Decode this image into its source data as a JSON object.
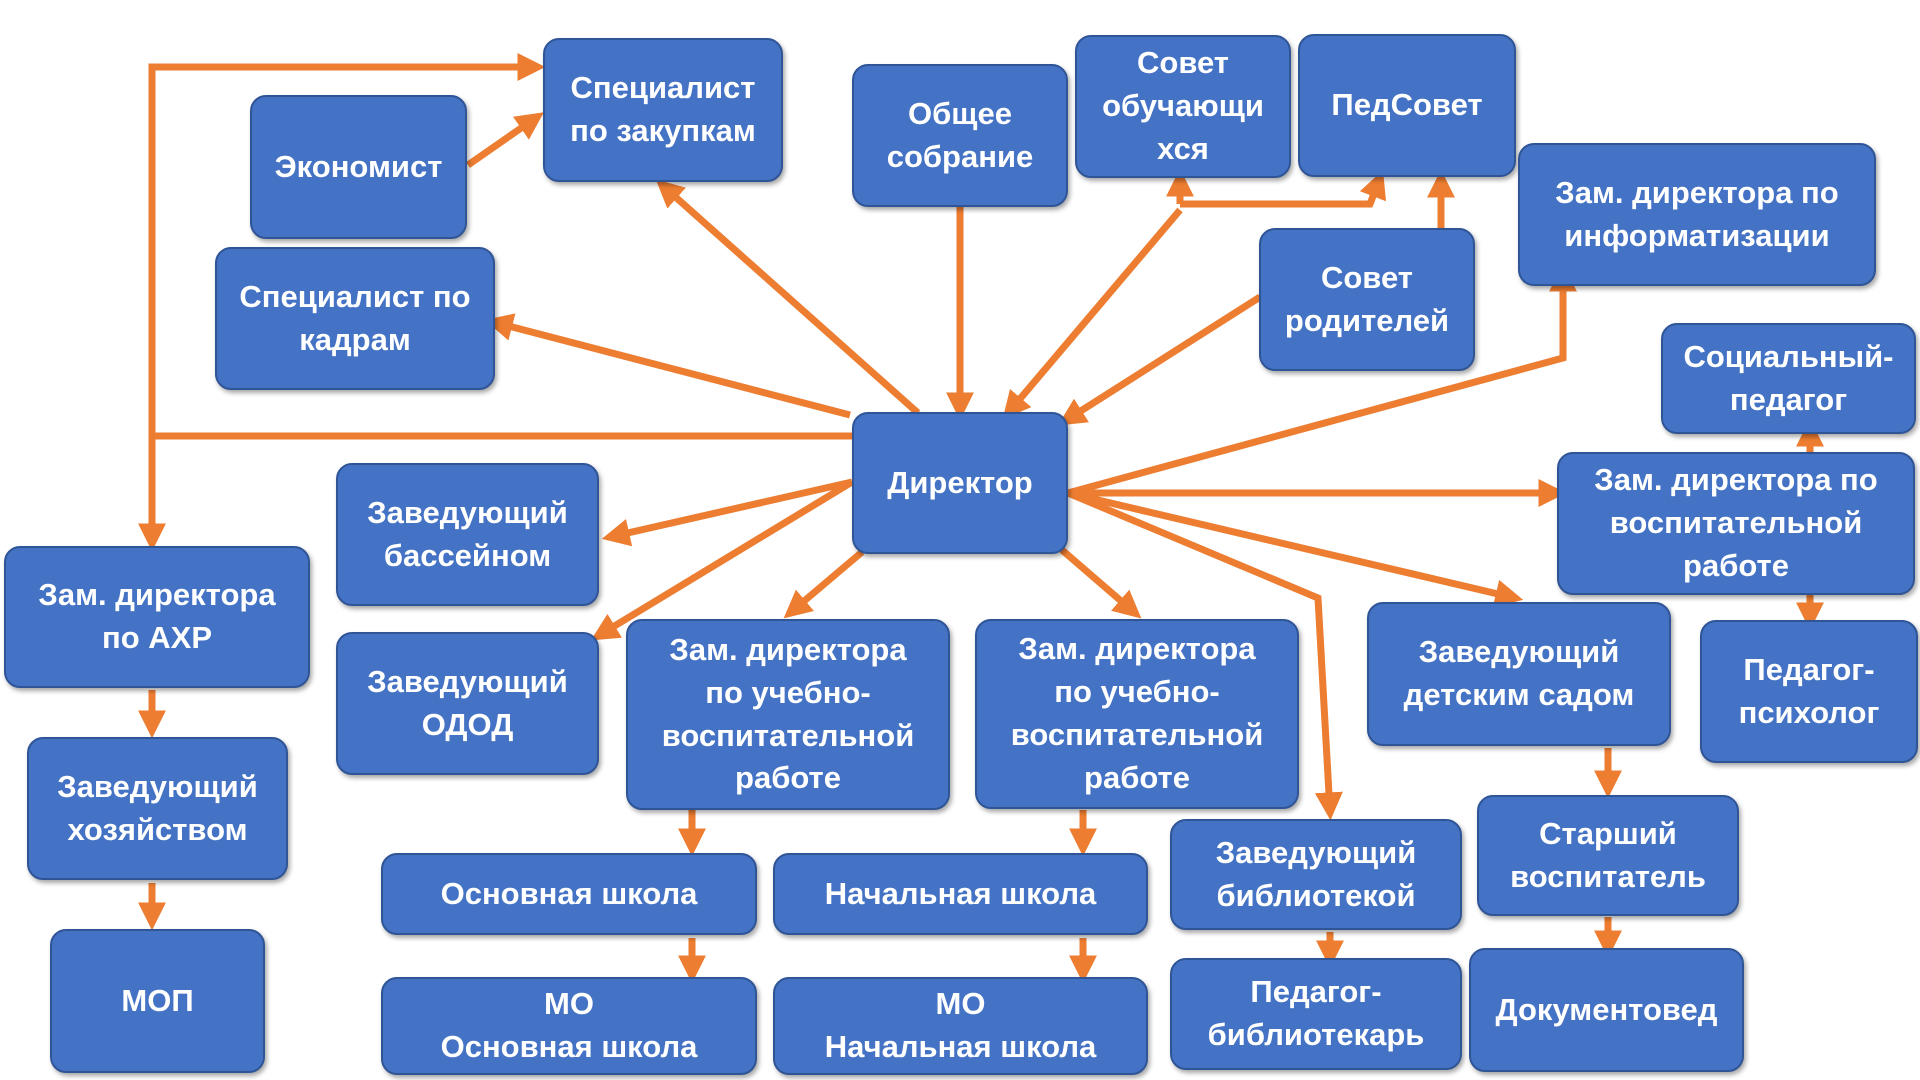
{
  "colors": {
    "node_fill": "#4472c4",
    "node_border": "#2f5597",
    "arrow": "#ed7d31",
    "text": "#ffffff"
  },
  "nodes": {
    "director": "Директор",
    "procurement": "Специалист\nпо закупкам",
    "economist": "Экономист",
    "hr": "Специалист по\nкадрам",
    "general_assembly": "Общее\nсобрание",
    "student_council": "Совет\nобучающи\nхся",
    "ped_council": "ПедСовет",
    "parents_council": "Совет\nродителей",
    "deputy_it": "Зам. директора по\nинформатизации",
    "social_pedagogue": "Социальный-\nпедагог",
    "deputy_upbringing": "Зам. директора по\nвоспитательной\nработе",
    "psychologist": "Педагог-\nпсихолог",
    "pool_head": "Заведующий\nбассейном",
    "odod_head": "Заведующий\nОДОД",
    "deputy_ahr": "Зам. директора\nпо АХР",
    "household_head": "Заведующий\nхозяйством",
    "mop": "МОП",
    "deputy_edu_1": "Зам. директора\nпо учебно-\nвоспитательной\nработе",
    "deputy_edu_2": "Зам. директора\nпо учебно-\nвоспитательной\nработе",
    "main_school": "Основная школа",
    "primary_school": "Начальная школа",
    "mo_main_school": "МО\nОсновная школа",
    "mo_primary_school": "МО\nНачальная школа",
    "library_head": "Заведующий\nбиблиотекой",
    "librarian": "Педагог-\nбиблиотекарь",
    "kindergarten_head": "Заведующий\nдетским садом",
    "senior_educator": "Старший\nвоспитатель",
    "records_clerk": "Документовед"
  }
}
